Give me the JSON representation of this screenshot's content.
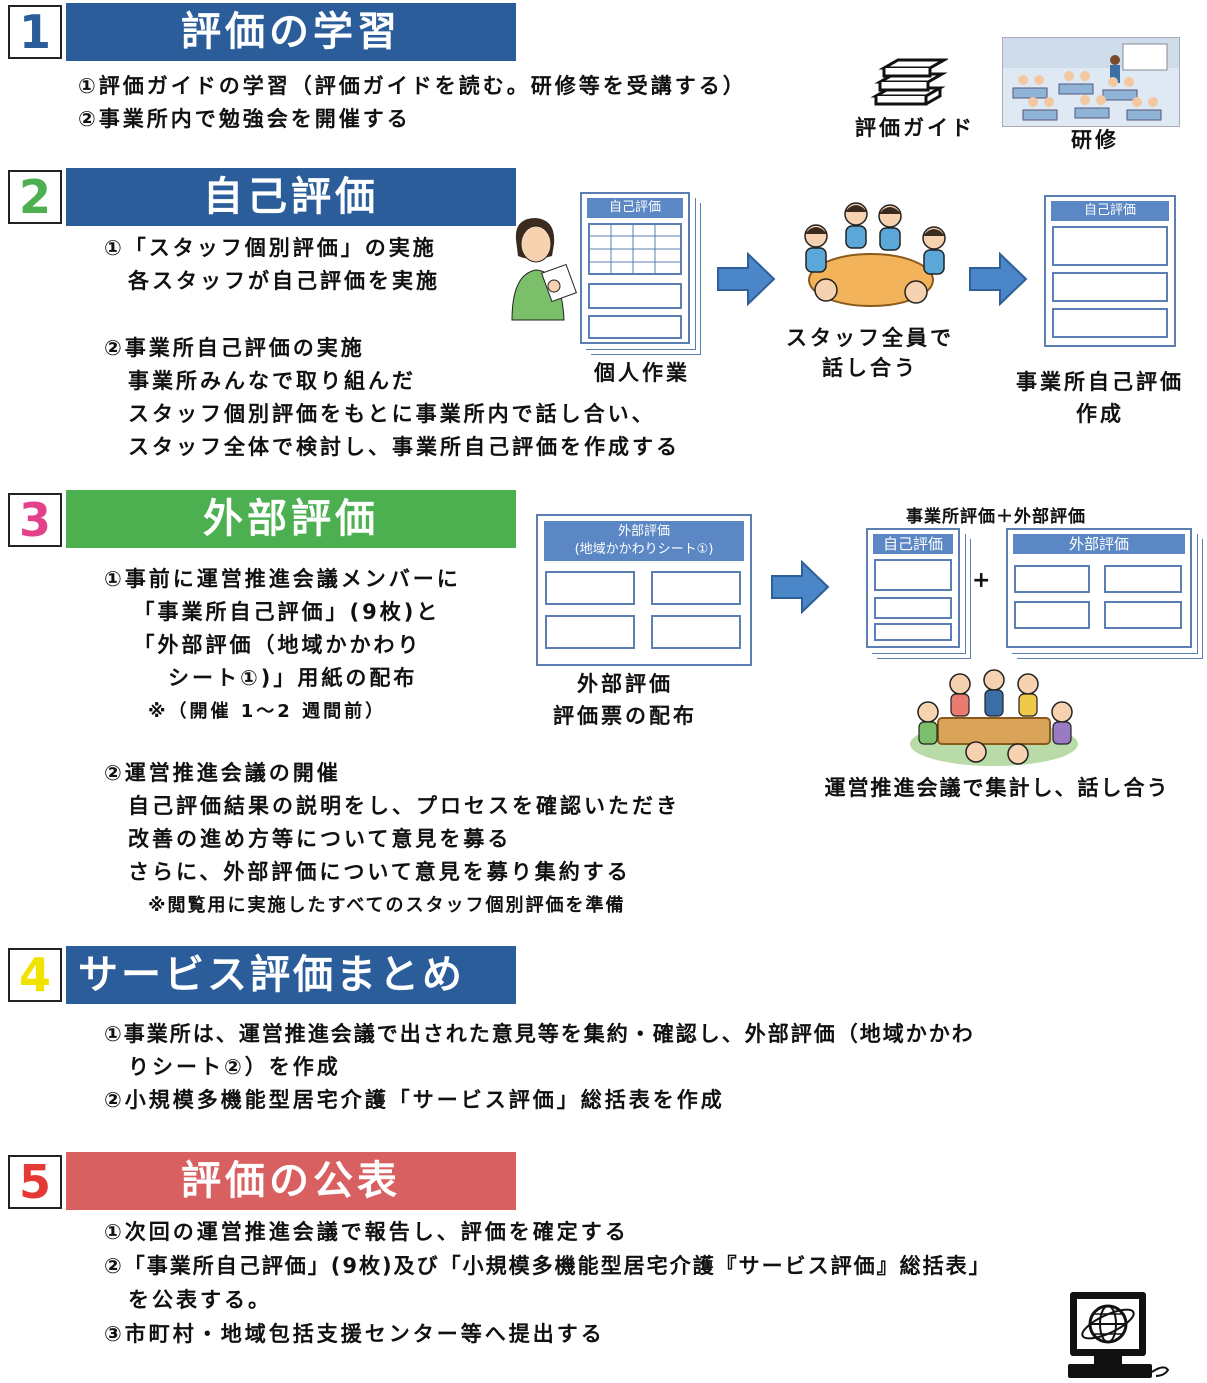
{
  "sections": [
    {
      "number": "1",
      "title": "評価の学習",
      "color": "#2b5d9b",
      "number_color": "#2b5d9b",
      "lines": [
        "①評価ガイドの学習（評価ガイドを読む。研修等を受講する）",
        "②事業所内で勉強会を開催する"
      ],
      "captions": {
        "guide": "評価ガイド",
        "training": "研修"
      }
    },
    {
      "number": "2",
      "title": "自己評価",
      "color": "#2b5d9b",
      "number_color": "#4caf50",
      "lines": [
        "①「スタッフ個別評価」の実施",
        "　各スタッフが自己評価を実施",
        "②事業所自己評価の実施",
        "　事業所みんなで取り組んだ",
        "　スタッフ個別評価をもとに事業所内で話し合い、",
        "　スタッフ全体で検討し、事業所自己評価を作成する"
      ],
      "doc_label": "自己評価",
      "captions": {
        "individual": "個人作業",
        "discussion_1": "スタッフ全員で",
        "discussion_2": "話し合う",
        "result_1": "事業所自己評価",
        "result_2": "作成"
      }
    },
    {
      "number": "3",
      "title": "外部評価",
      "color": "#4caf50",
      "number_color": "#e3418a",
      "lines": [
        "①事前に運営推進会議メンバーに",
        "　「事業所自己評価」(9枚)と",
        "　「外部評価（地域かかわり",
        "　　シート①)」用紙の配布",
        "※（開催 1～2 週間前）",
        "②運営推進会議の開催",
        "　自己評価結果の説明をし、プロセスを確認いただき",
        "　改善の進め方等について意見を募る",
        "　さらに、外部評価について意見を募り集約する",
        "※閲覧用に実施したすべてのスタッフ個別評価を準備"
      ],
      "doc_label_1": "外部評価",
      "doc_label_2": "(地域かかわりシート①)",
      "combo_title": "事業所評価＋外部評価",
      "combo_self": "自己評価",
      "combo_plus": "+",
      "combo_external": "外部評価",
      "captions": {
        "external_1": "外部評価",
        "external_2": "評価票の配布",
        "meeting": "運営推進会議で集計し、話し合う"
      }
    },
    {
      "number": "4",
      "title": "サービス評価まとめ",
      "color": "#2b5d9b",
      "number_color": "#f2e200",
      "lines": [
        "①事業所は、運営推進会議で出された意見等を集約・確認し、外部評価（地域かかわ",
        "　りシート②）を作成",
        "②小規模多機能型居宅介護「サービス評価」総括表を作成"
      ]
    },
    {
      "number": "5",
      "title": "評価の公表",
      "color": "#d96060",
      "number_color": "#e53935",
      "lines": [
        "①次回の運営推進会議で報告し、評価を確定する",
        "②「事業所自己評価」(9枚)及び「小規模多機能型居宅介護『サービス評価』総括表」",
        "　を公表する。",
        "③市町村・地域包括支援センター等へ提出する"
      ]
    }
  ],
  "colors": {
    "doc_border": "#5b7fb3",
    "doc_header": "#5b87c4",
    "arrow": "#4a86c8"
  }
}
